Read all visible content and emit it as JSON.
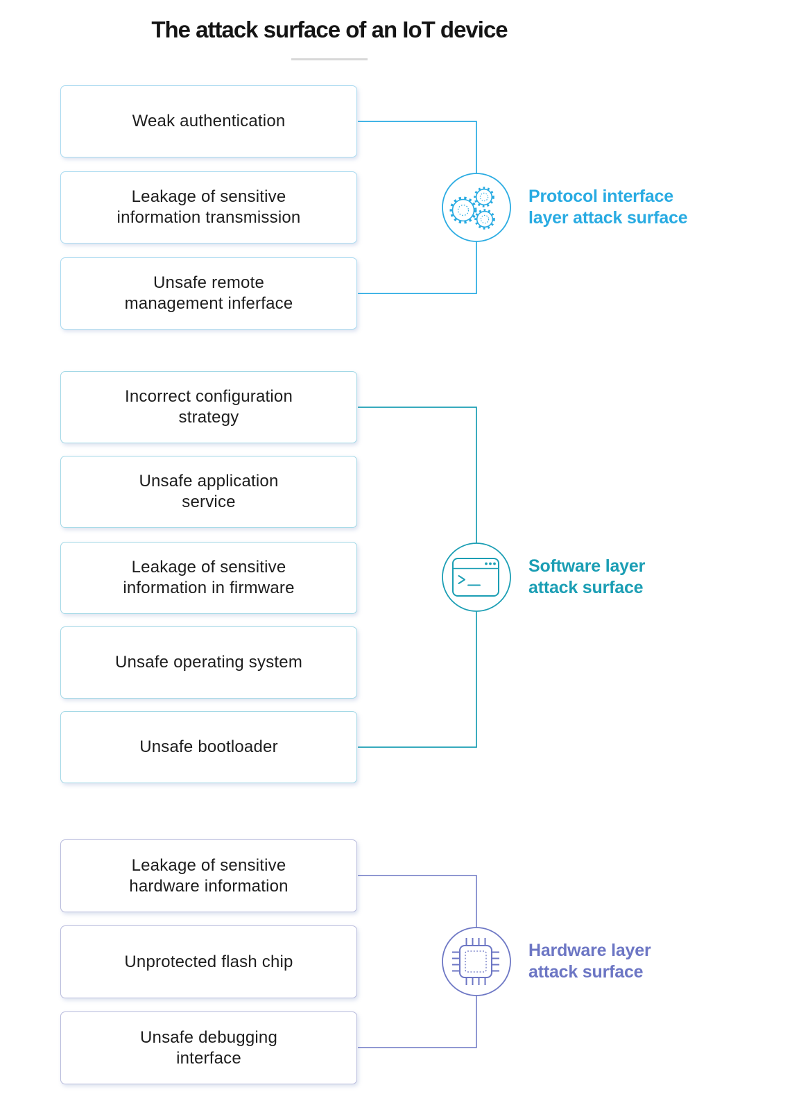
{
  "title": "The attack surface of an IoT device",
  "groups": [
    {
      "name": "Protocol interface layer",
      "label": "Protocol interface\nlayer attack surface",
      "icon": "gears-icon",
      "accent": "#29ABE2",
      "box_border": "#A9DAF0",
      "items": [
        "Weak authentication",
        "Leakage of sensitive\ninformation transmission",
        "Unsafe remote\nmanagement inferface"
      ]
    },
    {
      "name": "Software layer",
      "label": "Software layer\nattack surface",
      "icon": "terminal-icon",
      "accent": "#1B9EB4",
      "box_border": "#A3D8E6",
      "items": [
        "Incorrect configuration\nstrategy",
        "Unsafe application\nservice",
        "Leakage of sensitive\ninformation in firmware",
        "Unsafe operating system",
        "Unsafe bootloader"
      ]
    },
    {
      "name": "Hardware layer",
      "label": "Hardware layer\nattack surface",
      "icon": "chip-icon",
      "accent": "#6C76C4",
      "box_border": "#B8BBDC",
      "items": [
        "Leakage of sensitive\nhardware information",
        "Unprotected flash chip",
        "Unsafe debugging\ninterface"
      ]
    }
  ]
}
